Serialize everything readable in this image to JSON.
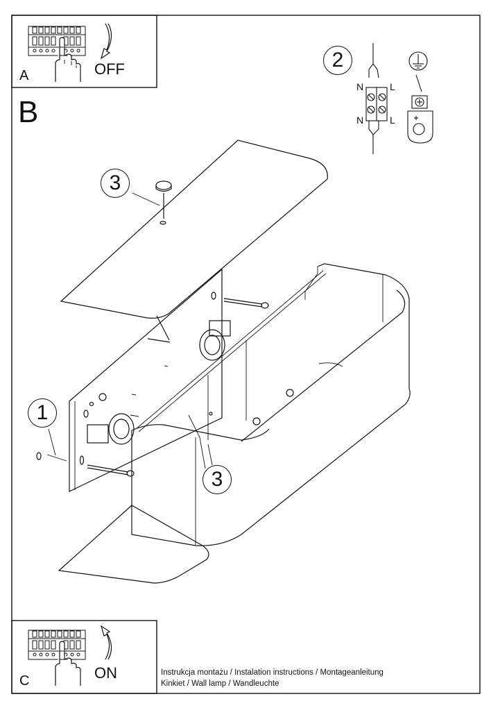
{
  "panels": {
    "top_letter": "A",
    "main_letter": "B",
    "bottom_letter": "C"
  },
  "actions": {
    "off": "OFF",
    "on": "ON"
  },
  "callouts": {
    "wiring_step": "2",
    "base_part": "1",
    "screw_top": "3",
    "screw_bottom": "3"
  },
  "wiring": {
    "neutral_top": "N",
    "live_top": "L",
    "neutral_bottom": "N",
    "live_bottom": "L"
  },
  "caption": {
    "line1": "Instrukcja montażu / Instalation instructions / Montageanleitung",
    "line2": "Kinkiet  / Wall lamp / Wandleuchte"
  }
}
